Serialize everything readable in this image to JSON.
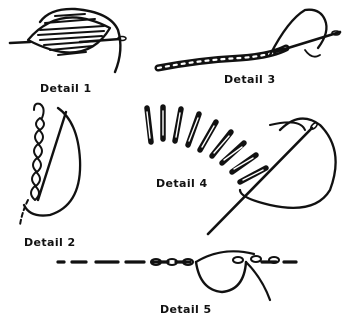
{
  "labels": {
    "detail_1": "Detail 1",
    "detail_2": "Detail 2",
    "detail_3": "Detail 3",
    "detail_4": "Detail 4",
    "detail_5": "Detail 5"
  },
  "colors": {
    "ink": "#111111",
    "background": "#ffffff"
  }
}
